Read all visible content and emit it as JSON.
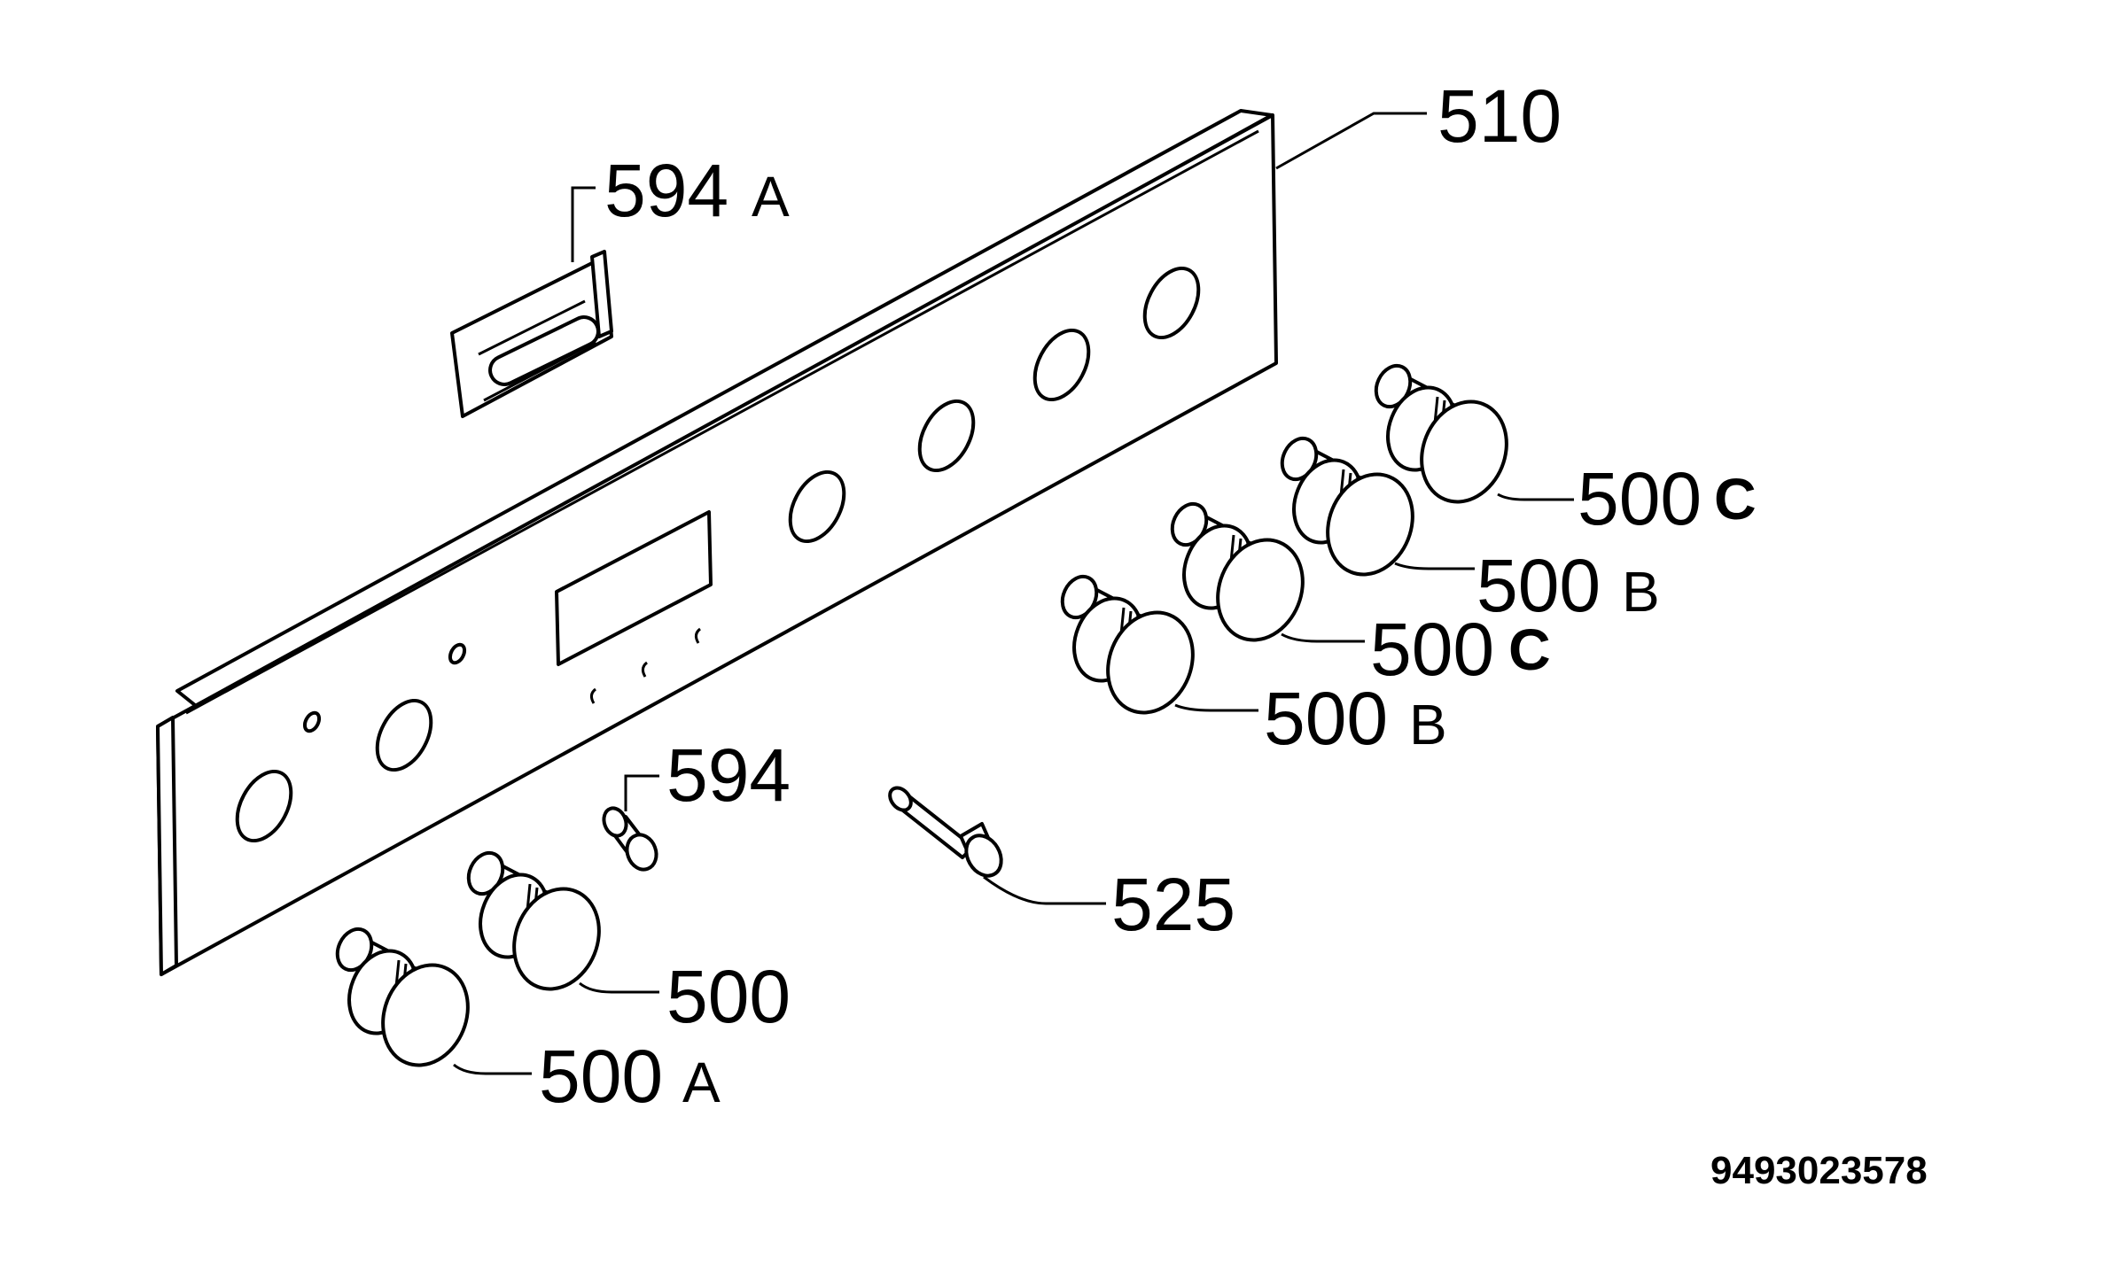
{
  "callouts": {
    "c510": {
      "num": "510",
      "suffix": ""
    },
    "c594a": {
      "num": "594",
      "suffix": "A"
    },
    "c594": {
      "num": "594",
      "suffix": ""
    },
    "c500c1": {
      "num": "500",
      "suffix": "C"
    },
    "c500b1": {
      "num": "500",
      "suffix": "B"
    },
    "c500c2": {
      "num": "500",
      "suffix": "C"
    },
    "c500b2": {
      "num": "500",
      "suffix": "B"
    },
    "c525": {
      "num": "525",
      "suffix": ""
    },
    "c500": {
      "num": "500",
      "suffix": ""
    },
    "c500a": {
      "num": "500",
      "suffix": "A"
    }
  },
  "document_code": "9493023578"
}
